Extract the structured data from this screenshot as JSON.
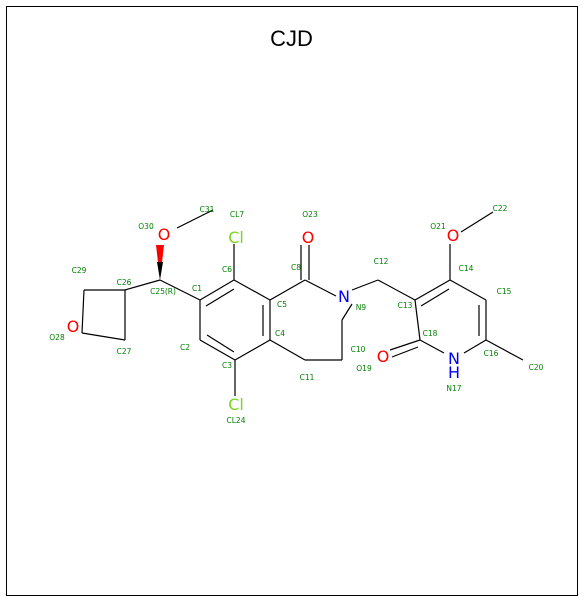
{
  "title": "CJD",
  "colors": {
    "bond": "#000000",
    "label": "#008000",
    "oxygen": "#ff0000",
    "nitrogen": "#0000ff",
    "chlorine": "#7ed321",
    "border": "#000000"
  },
  "atom_symbols": {
    "cl_top": "Cl",
    "cl_bottom": "Cl",
    "o_carbonyl_top": "O",
    "o_ether": "O",
    "o_methoxy": "O",
    "o_oxetane": "O",
    "o_pyridone": "O",
    "n_ring": "N",
    "n_pyridone": "N",
    "h_pyridone": "H"
  },
  "atom_labels": [
    "C31",
    "O30",
    "CL7",
    "O23",
    "O21",
    "C22",
    "C29",
    "C26",
    "C25(R)",
    "C1",
    "C6",
    "C8",
    "C12",
    "C14",
    "C5",
    "N9",
    "C13",
    "C15",
    "O28",
    "C27",
    "C2",
    "C4",
    "C18",
    "C16",
    "C3",
    "C10",
    "C11",
    "O19",
    "N17",
    "C20",
    "CL24"
  ]
}
